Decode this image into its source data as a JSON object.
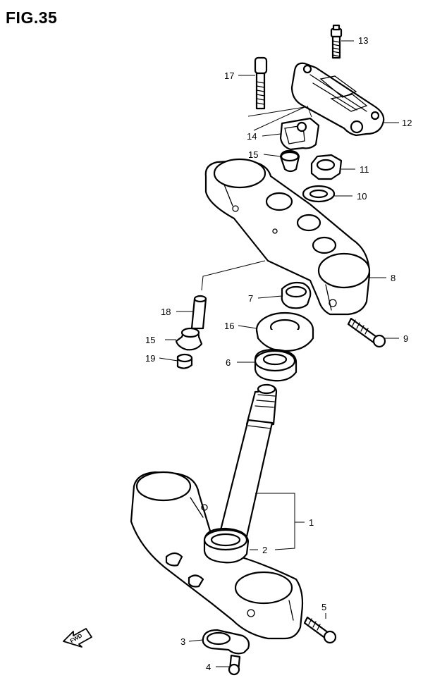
{
  "figure_title": "FIG.35",
  "fwd_label": "FWD",
  "callouts": {
    "p1": "1",
    "p2": "2",
    "p3": "3",
    "p4": "4",
    "p5": "5",
    "p6": "6",
    "p7": "7",
    "p8": "8",
    "p9": "9",
    "p10": "10",
    "p11": "11",
    "p12": "12",
    "p13": "13",
    "p14": "14",
    "p15a": "15",
    "p15b": "15",
    "p16": "16",
    "p17": "17",
    "p18": "18",
    "p19": "19"
  }
}
